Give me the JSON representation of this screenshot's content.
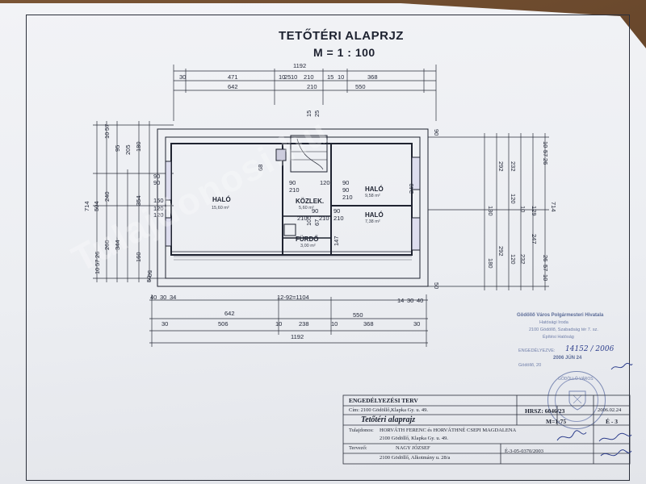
{
  "drawing": {
    "title": "TETŐTÉRI ALAPRJZ",
    "scale": "M = 1 : 100"
  },
  "dimensions": {
    "top_total": "1192",
    "top_left": [
      "30",
      "471",
      "642"
    ],
    "top_mid": [
      "10",
      "25",
      "10",
      "210",
      "210",
      "15",
      "10"
    ],
    "top_right": [
      "368",
      "550"
    ],
    "top_small": [
      "15",
      "25"
    ],
    "bottom_a": [
      "40",
      "30",
      "34",
      "642",
      "12-92=1104",
      "14",
      "30",
      "40"
    ],
    "bottom_b": [
      "30",
      "506",
      "10",
      "238",
      "10",
      "368",
      "30",
      "550"
    ],
    "bottom_total": "1192",
    "left_outer": "714",
    "left_cols": [
      "504",
      "240",
      "354",
      "344",
      "260",
      "150",
      "120"
    ],
    "left_small": [
      "10",
      "57",
      "95",
      "205",
      "180",
      "90",
      "10",
      "57",
      "26",
      "160",
      "50",
      "90"
    ],
    "right_outer": "714",
    "right_cols": [
      "292",
      "232",
      "130",
      "120",
      "10",
      "129",
      "247",
      "292",
      "232",
      "120",
      "180"
    ],
    "right_small": [
      "10",
      "57",
      "26",
      "57",
      "10",
      "26",
      "90",
      "50",
      "50"
    ],
    "inner": [
      "90",
      "120",
      "90",
      "210",
      "90",
      "210",
      "90",
      "210",
      "90",
      "210",
      "240",
      "120",
      "210",
      "147",
      "68",
      "105",
      "67"
    ]
  },
  "rooms": {
    "halo1": {
      "name": "HALÓ",
      "area": "15,60 m²"
    },
    "halo2": {
      "name": "HALÓ",
      "area": "9,58 m²"
    },
    "halo3": {
      "name": "HALÓ",
      "area": "7,38 m²"
    },
    "kozlekedo": {
      "name": "KÖZLEK.",
      "area": "5,60 m²"
    },
    "furdo": {
      "name": "FÜRDŐ",
      "area": "3,00 m²"
    }
  },
  "stamp": {
    "office": "Gödöllő Város Polgármesteri Hivatala",
    "office2": "Hatósági Iroda",
    "address": "2100 Gödöllő, Szabadság tér 7. sz.",
    "dept": "Építési Hatóság",
    "permit_label": "ENGEDÉLYEZVE:",
    "permit_no": "14152 / 2006",
    "date_stamp": "2006 JÚN 24",
    "place_label": "Gödöllő, 20",
    "seal_text": "GÖDÖLLŐ VÁROS"
  },
  "title_block": {
    "plan_type": "ENGEDÉLYEZÉSI TERV",
    "hrsz_label": "HRSZ: 6046/23",
    "date": "2006.02.24",
    "address": "Cím: 2100 Gödöllő,Klapka Gy. u. 49.",
    "sheet_title": "Tetőtéri alaprajz",
    "scale": "M=1:75",
    "sheet_no": "É - 3",
    "owner_label": "Tulajdonos:",
    "owner": "HORVÁTH FERENC és HORVÁTHNÉ CSEPI MAGDALENA",
    "owner_address": "2100 Gödöllő, Klapka Gy. u. 49.",
    "designer_label": "Tervező:",
    "designer": "NAGY JÓZSEF",
    "designer_address": "2100 Gödöllő, Alkotmány u. 28/a",
    "license": "É-3-05-0370/2003"
  },
  "watermark": "Tulajdonosi.hu",
  "colors": {
    "ink": "#1d2230",
    "paper": "#eef0f4",
    "stamp": "#6f7ea8",
    "signature": "#2c3d8c",
    "background": "#6b4a2e"
  }
}
